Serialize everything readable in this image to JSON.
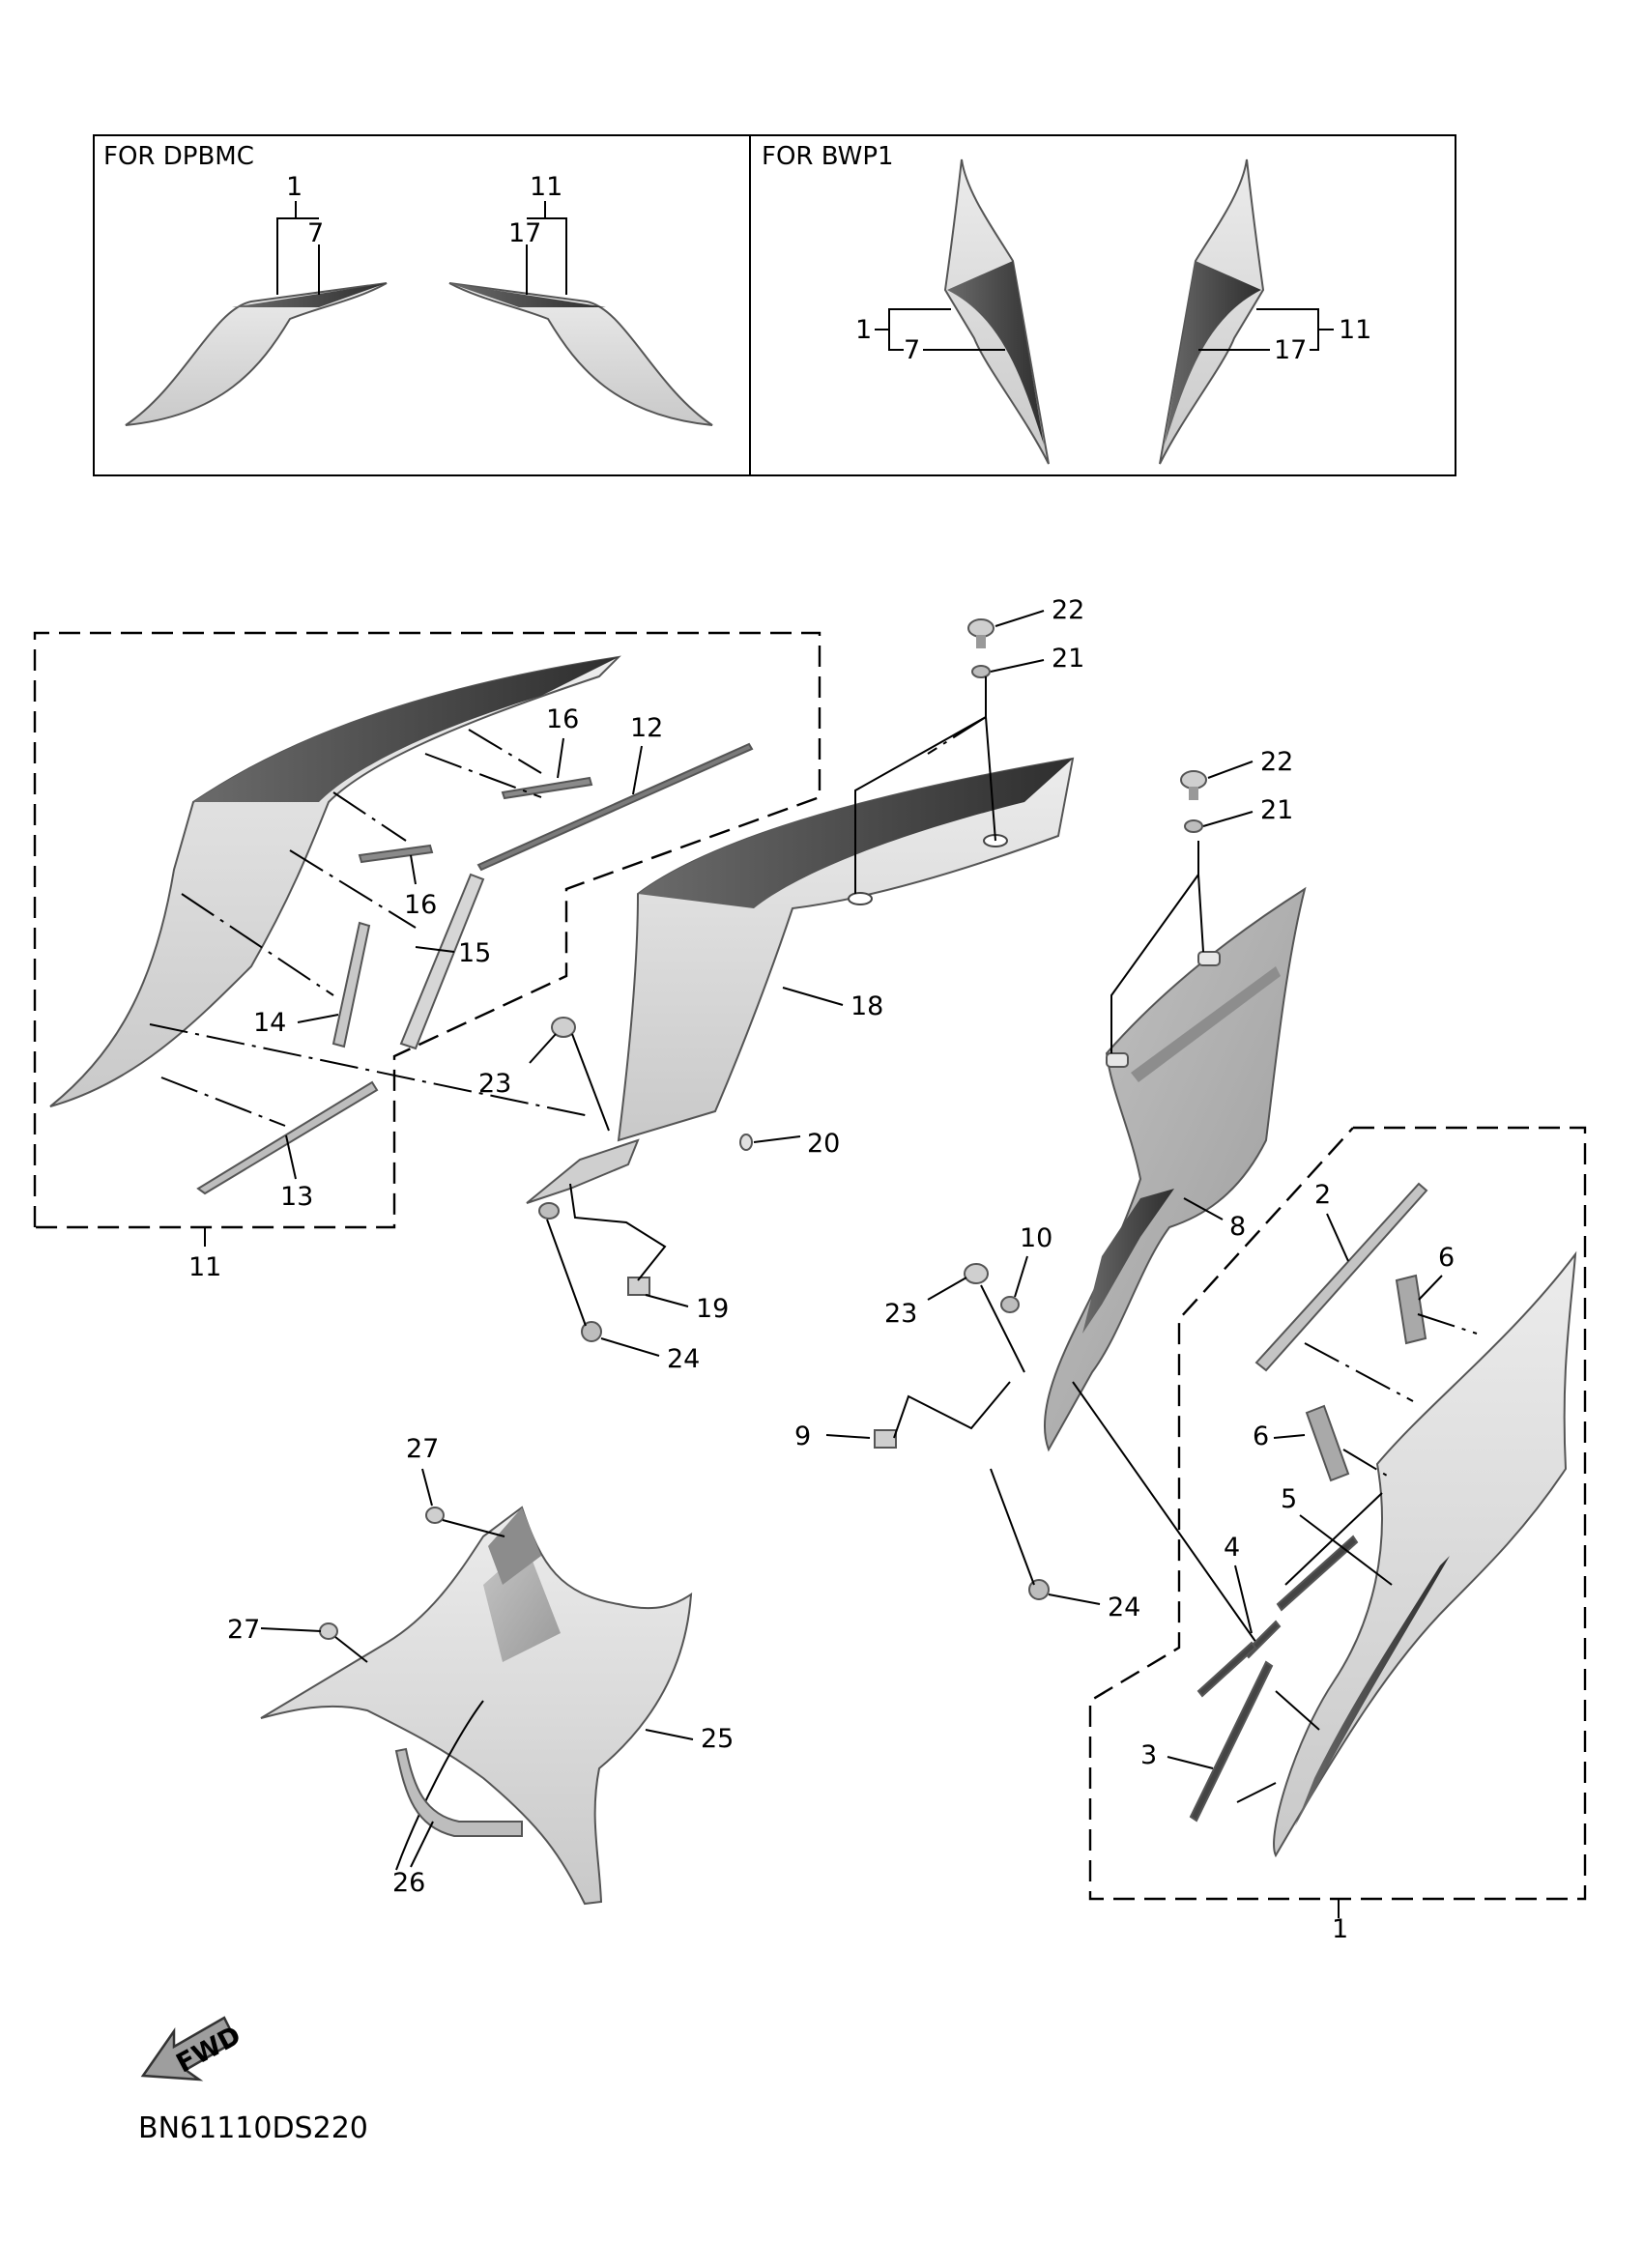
{
  "diagram_code": "BN61110DS220",
  "fwd_label": "FWD",
  "boxes": {
    "left_title": "FOR DPBMC",
    "right_title": "FOR BWP1"
  },
  "callouts": {
    "n1": "1",
    "n2": "2",
    "n3": "3",
    "n4": "4",
    "n5": "5",
    "n6": "6",
    "n7": "7",
    "n8": "8",
    "n9": "9",
    "n10": "10",
    "n11": "11",
    "n12": "12",
    "n13": "13",
    "n14": "14",
    "n15": "15",
    "n16": "16",
    "n17": "17",
    "n18": "18",
    "n19": "19",
    "n20": "20",
    "n21": "21",
    "n22": "22",
    "n23": "23",
    "n24": "24",
    "n25": "25",
    "n26": "26",
    "n27": "27"
  },
  "colors": {
    "line": "#000000",
    "panel_light": "#d9d9d9",
    "panel_mid": "#a8a8a8",
    "panel_dark": "#4a4a4a"
  }
}
